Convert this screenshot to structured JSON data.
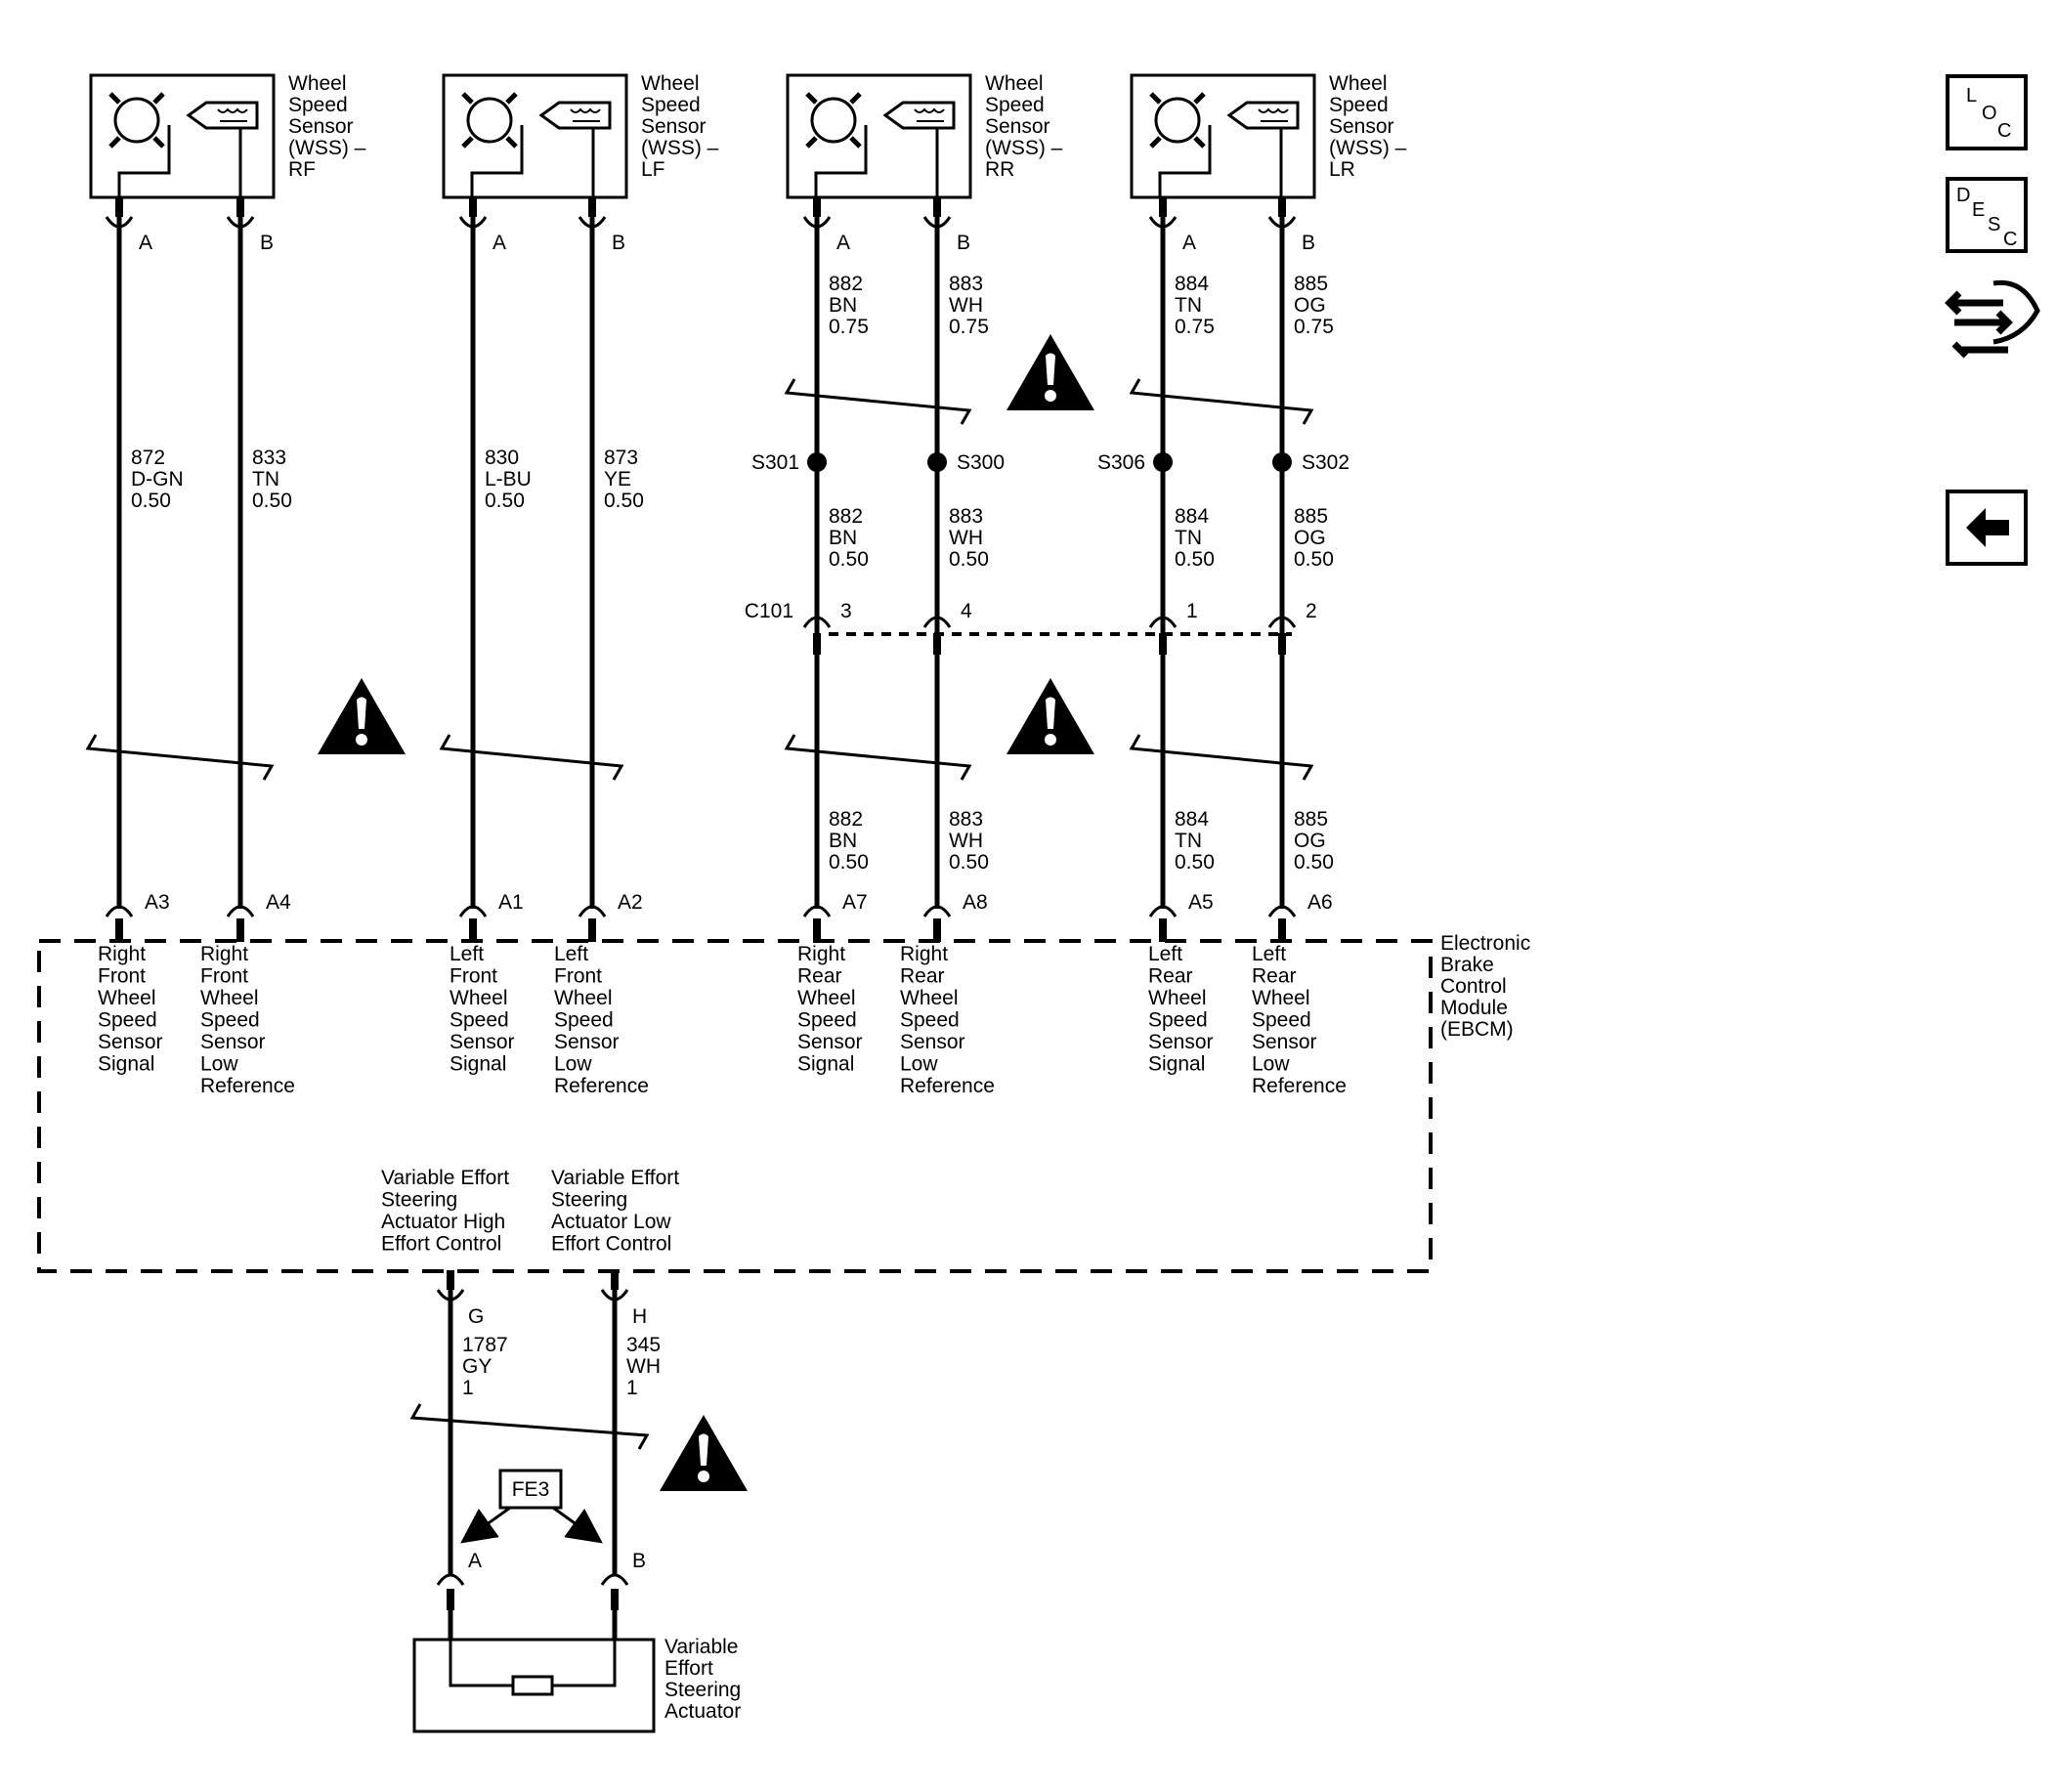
{
  "sensors": [
    {
      "title": [
        "Wheel",
        "Speed",
        "Sensor",
        "(WSS) –",
        "RF"
      ],
      "pinA": "A",
      "pinB": "B"
    },
    {
      "title": [
        "Wheel",
        "Speed",
        "Sensor",
        "(WSS) –",
        "LF"
      ],
      "pinA": "A",
      "pinB": "B"
    },
    {
      "title": [
        "Wheel",
        "Speed",
        "Sensor",
        "(WSS) –",
        "RR"
      ],
      "pinA": "A",
      "pinB": "B"
    },
    {
      "title": [
        "Wheel",
        "Speed",
        "Sensor",
        "(WSS) –",
        "LR"
      ],
      "pinA": "A",
      "pinB": "B"
    }
  ],
  "front_wires": [
    {
      "lines": [
        "872",
        "D-GN",
        "0.50"
      ]
    },
    {
      "lines": [
        "833",
        "TN",
        "0.50"
      ]
    },
    {
      "lines": [
        "830",
        "L-BU",
        "0.50"
      ]
    },
    {
      "lines": [
        "873",
        "YE",
        "0.50"
      ]
    }
  ],
  "rear_wires_upper": [
    {
      "lines": [
        "882",
        "BN",
        "0.75"
      ]
    },
    {
      "lines": [
        "883",
        "WH",
        "0.75"
      ]
    },
    {
      "lines": [
        "884",
        "TN",
        "0.75"
      ]
    },
    {
      "lines": [
        "885",
        "OG",
        "0.75"
      ]
    }
  ],
  "splices": [
    "S301",
    "S300",
    "S306",
    "S302"
  ],
  "rear_wires_mid": [
    {
      "lines": [
        "882",
        "BN",
        "0.50"
      ]
    },
    {
      "lines": [
        "883",
        "WH",
        "0.50"
      ]
    },
    {
      "lines": [
        "884",
        "TN",
        "0.50"
      ]
    },
    {
      "lines": [
        "885",
        "OG",
        "0.50"
      ]
    }
  ],
  "connector_c101": {
    "name": "C101",
    "pins": [
      "3",
      "4",
      "1",
      "2"
    ]
  },
  "rear_wires_lower": [
    {
      "lines": [
        "882",
        "BN",
        "0.50"
      ]
    },
    {
      "lines": [
        "883",
        "WH",
        "0.50"
      ]
    },
    {
      "lines": [
        "884",
        "TN",
        "0.50"
      ]
    },
    {
      "lines": [
        "885",
        "OG",
        "0.50"
      ]
    }
  ],
  "ebcm_pins": [
    "A3",
    "A4",
    "A1",
    "A2",
    "A7",
    "A8",
    "A5",
    "A6"
  ],
  "ebcm_pin_labels": [
    [
      "Right",
      "Front",
      "Wheel",
      "Speed",
      "Sensor",
      "Signal"
    ],
    [
      "Right",
      "Front",
      "Wheel",
      "Speed",
      "Sensor",
      "Low",
      "Reference"
    ],
    [
      "Left",
      "Front",
      "Wheel",
      "Speed",
      "Sensor",
      "Signal"
    ],
    [
      "Left",
      "Front",
      "Wheel",
      "Speed",
      "Sensor",
      "Low",
      "Reference"
    ],
    [
      "Right",
      "Rear",
      "Wheel",
      "Speed",
      "Sensor",
      "Signal"
    ],
    [
      "Right",
      "Rear",
      "Wheel",
      "Speed",
      "Sensor",
      "Low",
      "Reference"
    ],
    [
      "Left",
      "Rear",
      "Wheel",
      "Speed",
      "Sensor",
      "Signal"
    ],
    [
      "Left",
      "Rear",
      "Wheel",
      "Speed",
      "Sensor",
      "Low",
      "Reference"
    ]
  ],
  "ebcm_name": [
    "Electronic",
    "Brake",
    "Control",
    "Module",
    "(EBCM)"
  ],
  "ebcm_bottom_labels": [
    [
      "Variable Effort",
      "Steering",
      "Actuator High",
      "Effort Control"
    ],
    [
      "Variable Effort",
      "Steering",
      "Actuator Low",
      "Effort Control"
    ]
  ],
  "ebcm_bottom_pins": [
    "G",
    "H"
  ],
  "actuator_wires": [
    {
      "lines": [
        "1787",
        "GY",
        "1"
      ]
    },
    {
      "lines": [
        "345",
        "WH",
        "1"
      ]
    }
  ],
  "option_code": "FE3",
  "actuator_pins": [
    "A",
    "B"
  ],
  "actuator_name": [
    "Variable",
    "Effort",
    "Steering",
    "Actuator"
  ],
  "nav": {
    "loc": [
      "L",
      "O",
      "C"
    ],
    "desc": [
      "D",
      "E",
      "S",
      "C"
    ],
    "connector_icon": "connector-icon",
    "back_icon": "back-arrow-icon"
  }
}
